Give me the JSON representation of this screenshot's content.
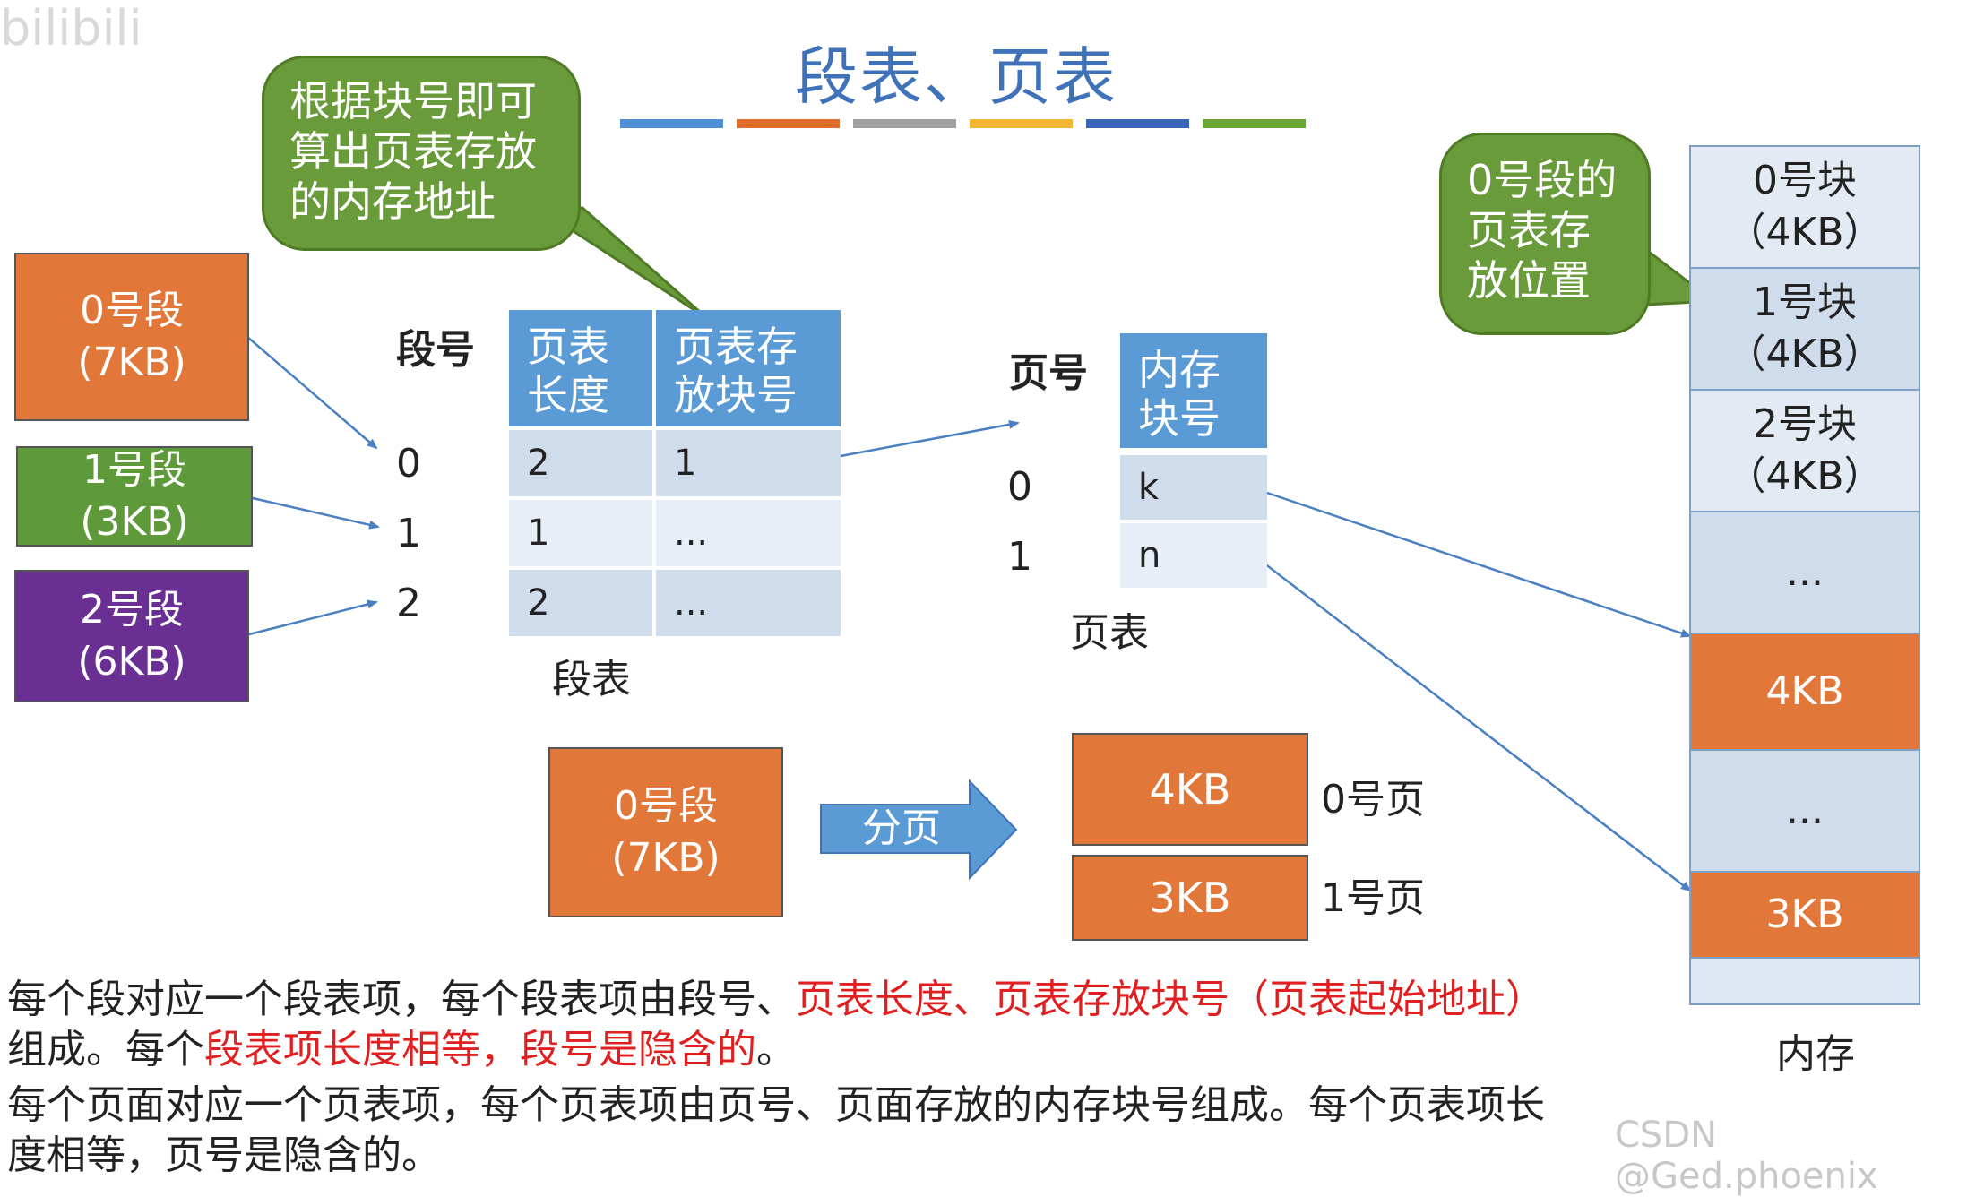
{
  "title": "段表、页表",
  "stripe_colors": [
    "#4f8fd6",
    "#e06d2e",
    "#a0a0a0",
    "#f2b632",
    "#3a66b5",
    "#6aa53a"
  ],
  "callout_top": "根据块号即可算出页表存放的内存地址",
  "callout_right": "0号段的页表存放位置",
  "segments": [
    {
      "name": "0号段",
      "size": "(7KB)",
      "color": "#e2773a"
    },
    {
      "name": "1号段",
      "size": "(3KB)",
      "color": "#5f9a3a"
    },
    {
      "name": "2号段",
      "size": "(6KB)",
      "color": "#6a2f93"
    }
  ],
  "seg_table": {
    "col0_label": "段号",
    "headers": [
      "页表长度",
      "页表存放块号"
    ],
    "row_labels": [
      "0",
      "1",
      "2"
    ],
    "rows": [
      [
        "2",
        "1"
      ],
      [
        "1",
        "..."
      ],
      [
        "2",
        "..."
      ]
    ],
    "caption": "段表"
  },
  "page_table": {
    "col0_label": "页号",
    "header": "内存块号",
    "row_labels": [
      "0",
      "1"
    ],
    "rows": [
      "k",
      "n"
    ],
    "caption": "页表"
  },
  "paging": {
    "source": {
      "name": "0号段",
      "size": "(7KB)"
    },
    "arrow_label": "分页",
    "pages": [
      {
        "size": "4KB",
        "label": "0号页"
      },
      {
        "size": "3KB",
        "label": "1号页"
      }
    ]
  },
  "memory": {
    "blocks": [
      {
        "name": "0号块",
        "size": "（4KB）"
      },
      {
        "name": "1号块",
        "size": "（4KB）"
      },
      {
        "name": "2号块",
        "size": "（4KB）"
      }
    ],
    "ellipsis": "...",
    "page0": "4KB",
    "page1": "3KB",
    "caption": "内存"
  },
  "description": {
    "p1_a": "每个段对应一个段表项，每个段表项由段号、",
    "p1_b": "页表长度、页表存放块号（页表起始地址）",
    "p1_c": "组成。每个",
    "p1_d": "段表项长度相等，段号是隐含的",
    "p1_e": "。",
    "p2": "每个页面对应一个页表项，每个页表项由页号、页面存放的内存块号组成。每个页表项长度相等，页号是隐含的。"
  },
  "watermark_top": "bilibili",
  "watermark_bottom": "CSDN @Ged.phoenix"
}
